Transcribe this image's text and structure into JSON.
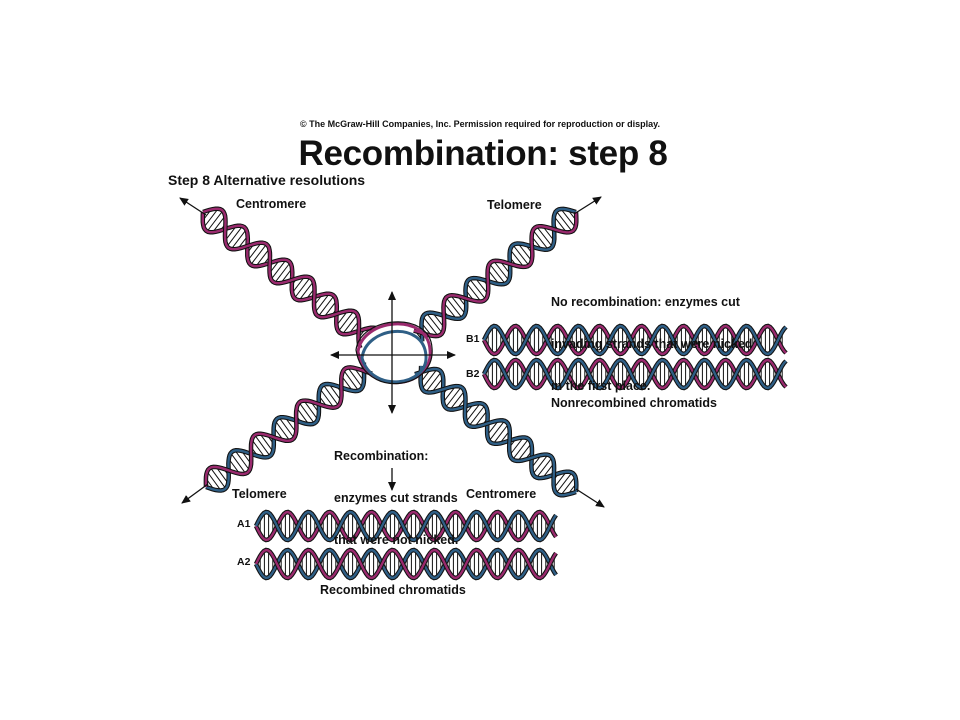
{
  "copyright": "© The McGraw-Hill Companies, Inc. Permission required for reproduction or display.",
  "title": "Recombination: step 8",
  "subtitle": "Step 8 Alternative resolutions",
  "labels": {
    "centromere_top": "Centromere",
    "telomere_top": "Telomere",
    "telomere_bottom": "Telomere",
    "centromere_bottom": "Centromere"
  },
  "no_recombination": {
    "line1": "No recombination: enzymes cut",
    "line2": "invading strands that were nicked",
    "line3": "in the first place.",
    "b1": "B1",
    "b2": "B2",
    "caption": "Nonrecombined chromatids"
  },
  "recombination": {
    "line1": "Recombination:",
    "line2": "enzymes cut strands",
    "line3": "that were not nicked.",
    "a1": "A1",
    "a2": "A2",
    "caption": "Recombined chromatids"
  },
  "colors": {
    "strand_magenta": "#9a2a6e",
    "strand_blue": "#2f5f86",
    "ink": "#111111"
  }
}
